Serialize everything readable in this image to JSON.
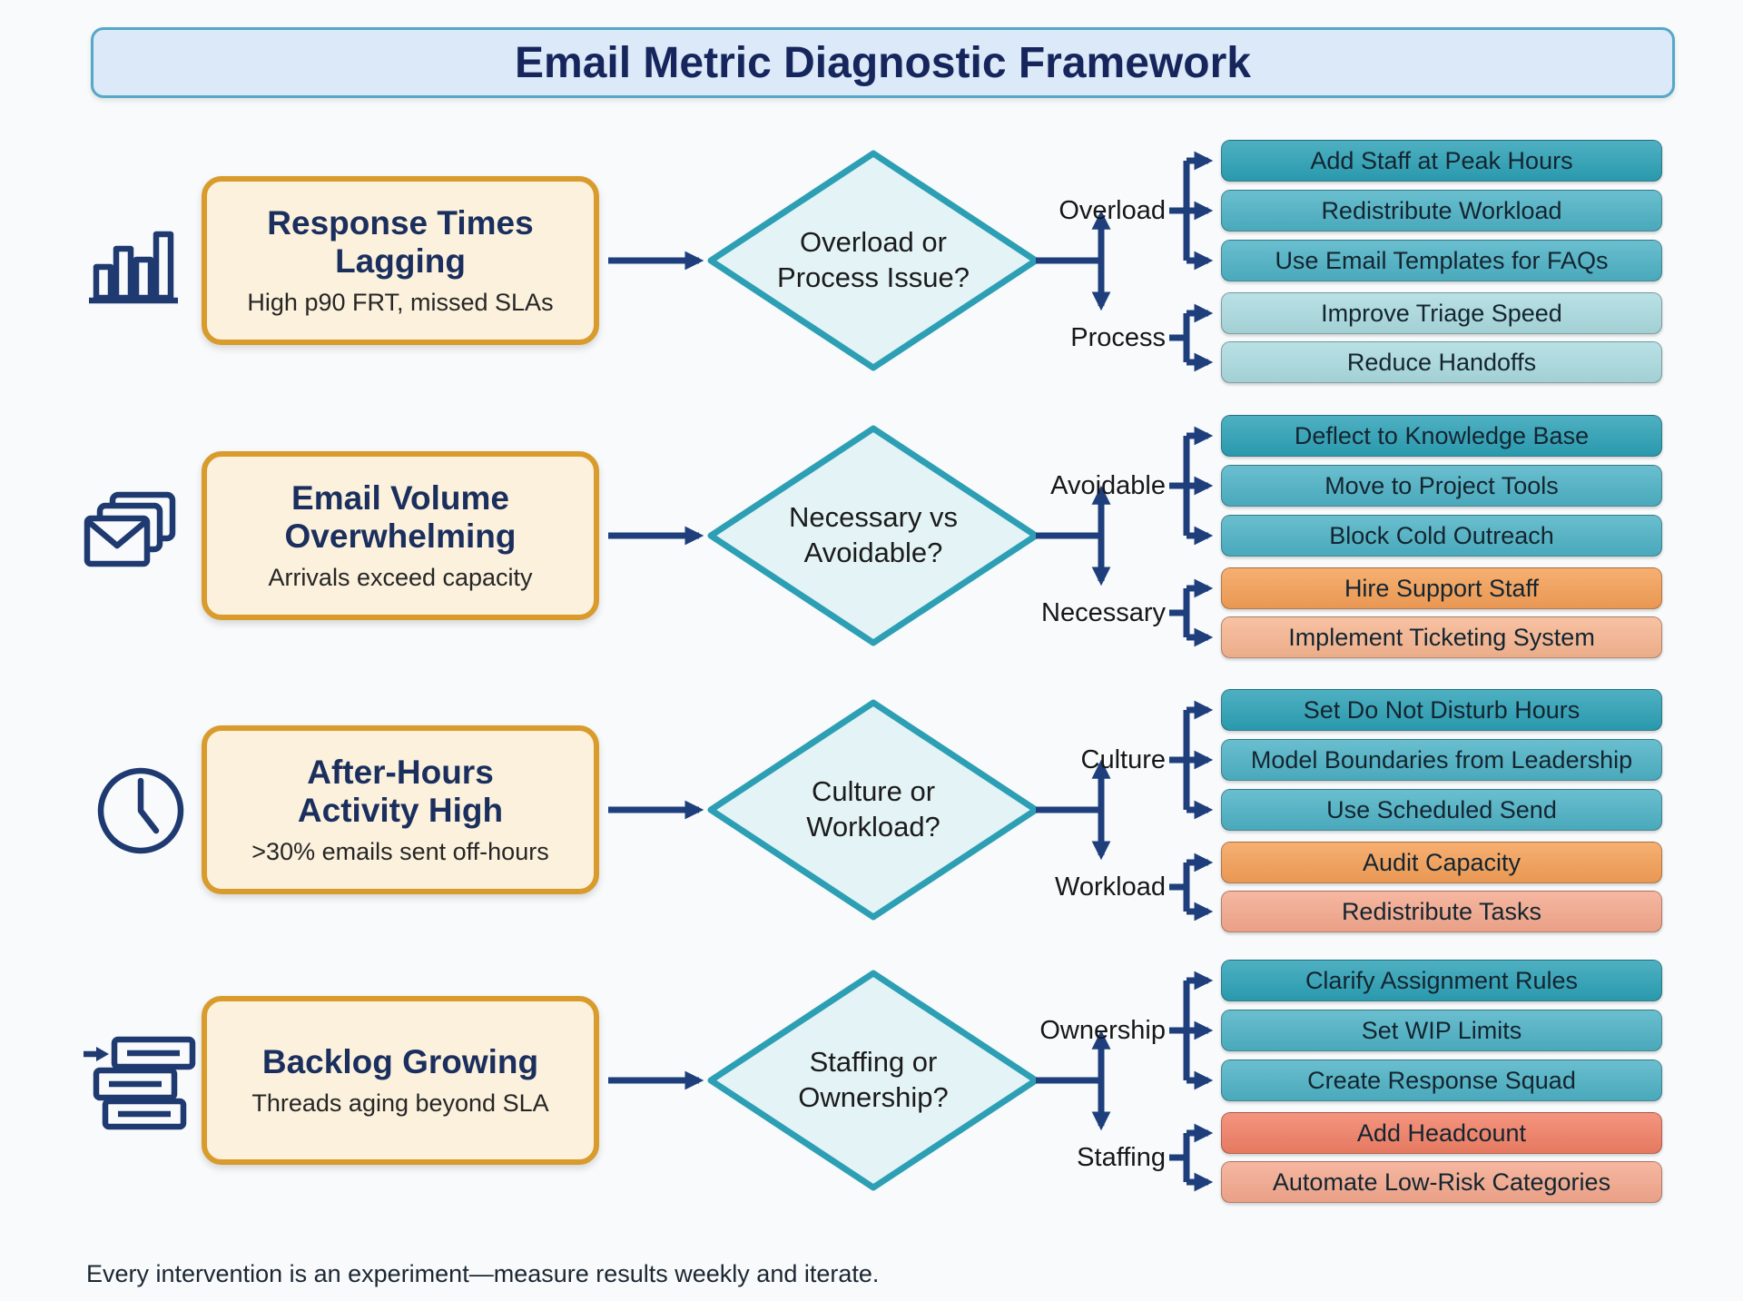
{
  "title": "Email Metric Diagnostic Framework",
  "footer": "Every intervention is an experiment—measure results weekly and iterate.",
  "palette": {
    "background": "#F8FAFB",
    "connector_navy": "#1F3F7C",
    "title_fill": "#DBE9F9",
    "title_border": "#55A8C6",
    "title_text": "#16265C",
    "problem_fill": "#FBF1DC",
    "problem_border": "#D89B2C",
    "diamond_fill": "#E3F3F6",
    "diamond_border": "#2D9FB4",
    "teal_dark": "#2CA1B6",
    "teal_mid": "#4DB2C5",
    "teal_light": "#ABDBE0",
    "orange": "#F5A057",
    "salmon": "#F7B691",
    "coral": "#F28066",
    "salmon_light": "#F5A98E"
  },
  "rows": [
    {
      "icon": "bar-chart-icon",
      "problem": {
        "title": "Response Times Lagging",
        "subtitle": "High p90 FRT, missed SLAs"
      },
      "decision": {
        "line1": "Overload or",
        "line2": "Process Issue?"
      },
      "branches": [
        {
          "label": "Overload",
          "actions": [
            "Add Staff at Peak Hours",
            "Redistribute Workload",
            "Use Email Templates for FAQs"
          ]
        },
        {
          "label": "Process",
          "actions": [
            "Improve Triage Speed",
            "Reduce Handoffs"
          ]
        }
      ]
    },
    {
      "icon": "emails-stack-icon",
      "problem": {
        "title": "Email Volume Overwhelming",
        "subtitle": "Arrivals exceed capacity"
      },
      "decision": {
        "line1": "Necessary vs",
        "line2": "Avoidable?"
      },
      "branches": [
        {
          "label": "Avoidable",
          "actions": [
            "Deflect to Knowledge Base",
            "Move to Project Tools",
            "Block Cold Outreach"
          ]
        },
        {
          "label": "Necessary",
          "actions": [
            "Hire Support Staff",
            "Implement Ticketing System"
          ]
        }
      ]
    },
    {
      "icon": "clock-icon",
      "problem": {
        "title": "After-Hours Activity High",
        "subtitle": ">30% emails sent off-hours"
      },
      "decision": {
        "line1": "Culture or",
        "line2": "Workload?"
      },
      "branches": [
        {
          "label": "Culture",
          "actions": [
            "Set Do Not Disturb Hours",
            "Model Boundaries from Leadership",
            "Use Scheduled Send"
          ]
        },
        {
          "label": "Workload",
          "actions": [
            "Audit Capacity",
            "Redistribute Tasks"
          ]
        }
      ]
    },
    {
      "icon": "backlog-queue-icon",
      "problem": {
        "title": "Backlog Growing",
        "subtitle": "Threads aging beyond SLA"
      },
      "decision": {
        "line1": "Staffing or",
        "line2": "Ownership?"
      },
      "branches": [
        {
          "label": "Ownership",
          "actions": [
            "Clarify Assignment Rules",
            "Set WIP Limits",
            "Create Response Squad"
          ]
        },
        {
          "label": "Staffing",
          "actions": [
            "Add Headcount",
            "Automate Low-Risk Categories"
          ]
        }
      ]
    }
  ]
}
